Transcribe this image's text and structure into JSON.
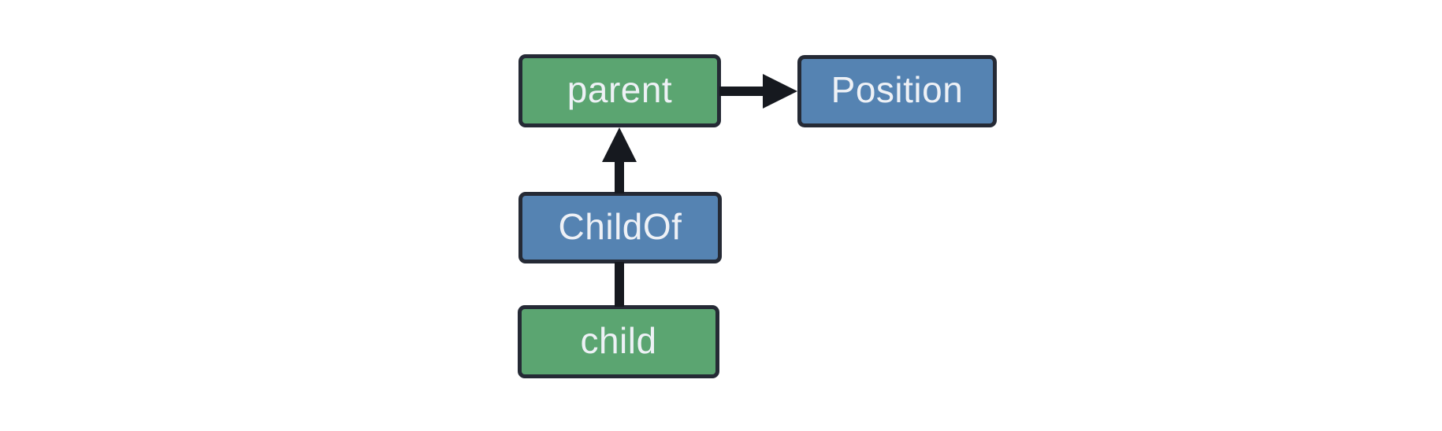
{
  "diagram": {
    "colors": {
      "background": "#ffffff",
      "entity_fill": "#5BA571",
      "component_fill": "#5583B2",
      "node_border": "#252A35",
      "edge": "#16191F",
      "label_text": "#EEF1F6"
    },
    "nodes": [
      {
        "id": "parent",
        "label": "parent",
        "fill": "entity_fill"
      },
      {
        "id": "Position",
        "label": "Position",
        "fill": "component_fill"
      },
      {
        "id": "ChildOf",
        "label": "ChildOf",
        "fill": "component_fill"
      },
      {
        "id": "child",
        "label": "child",
        "fill": "entity_fill"
      }
    ],
    "edges": [
      {
        "from": "parent",
        "to": "Position",
        "style": "arrow",
        "direction": "right"
      },
      {
        "from": "ChildOf",
        "to": "parent",
        "style": "arrow",
        "direction": "up"
      },
      {
        "from": "child",
        "to": "ChildOf",
        "style": "plain-line",
        "direction": "up"
      }
    ]
  }
}
